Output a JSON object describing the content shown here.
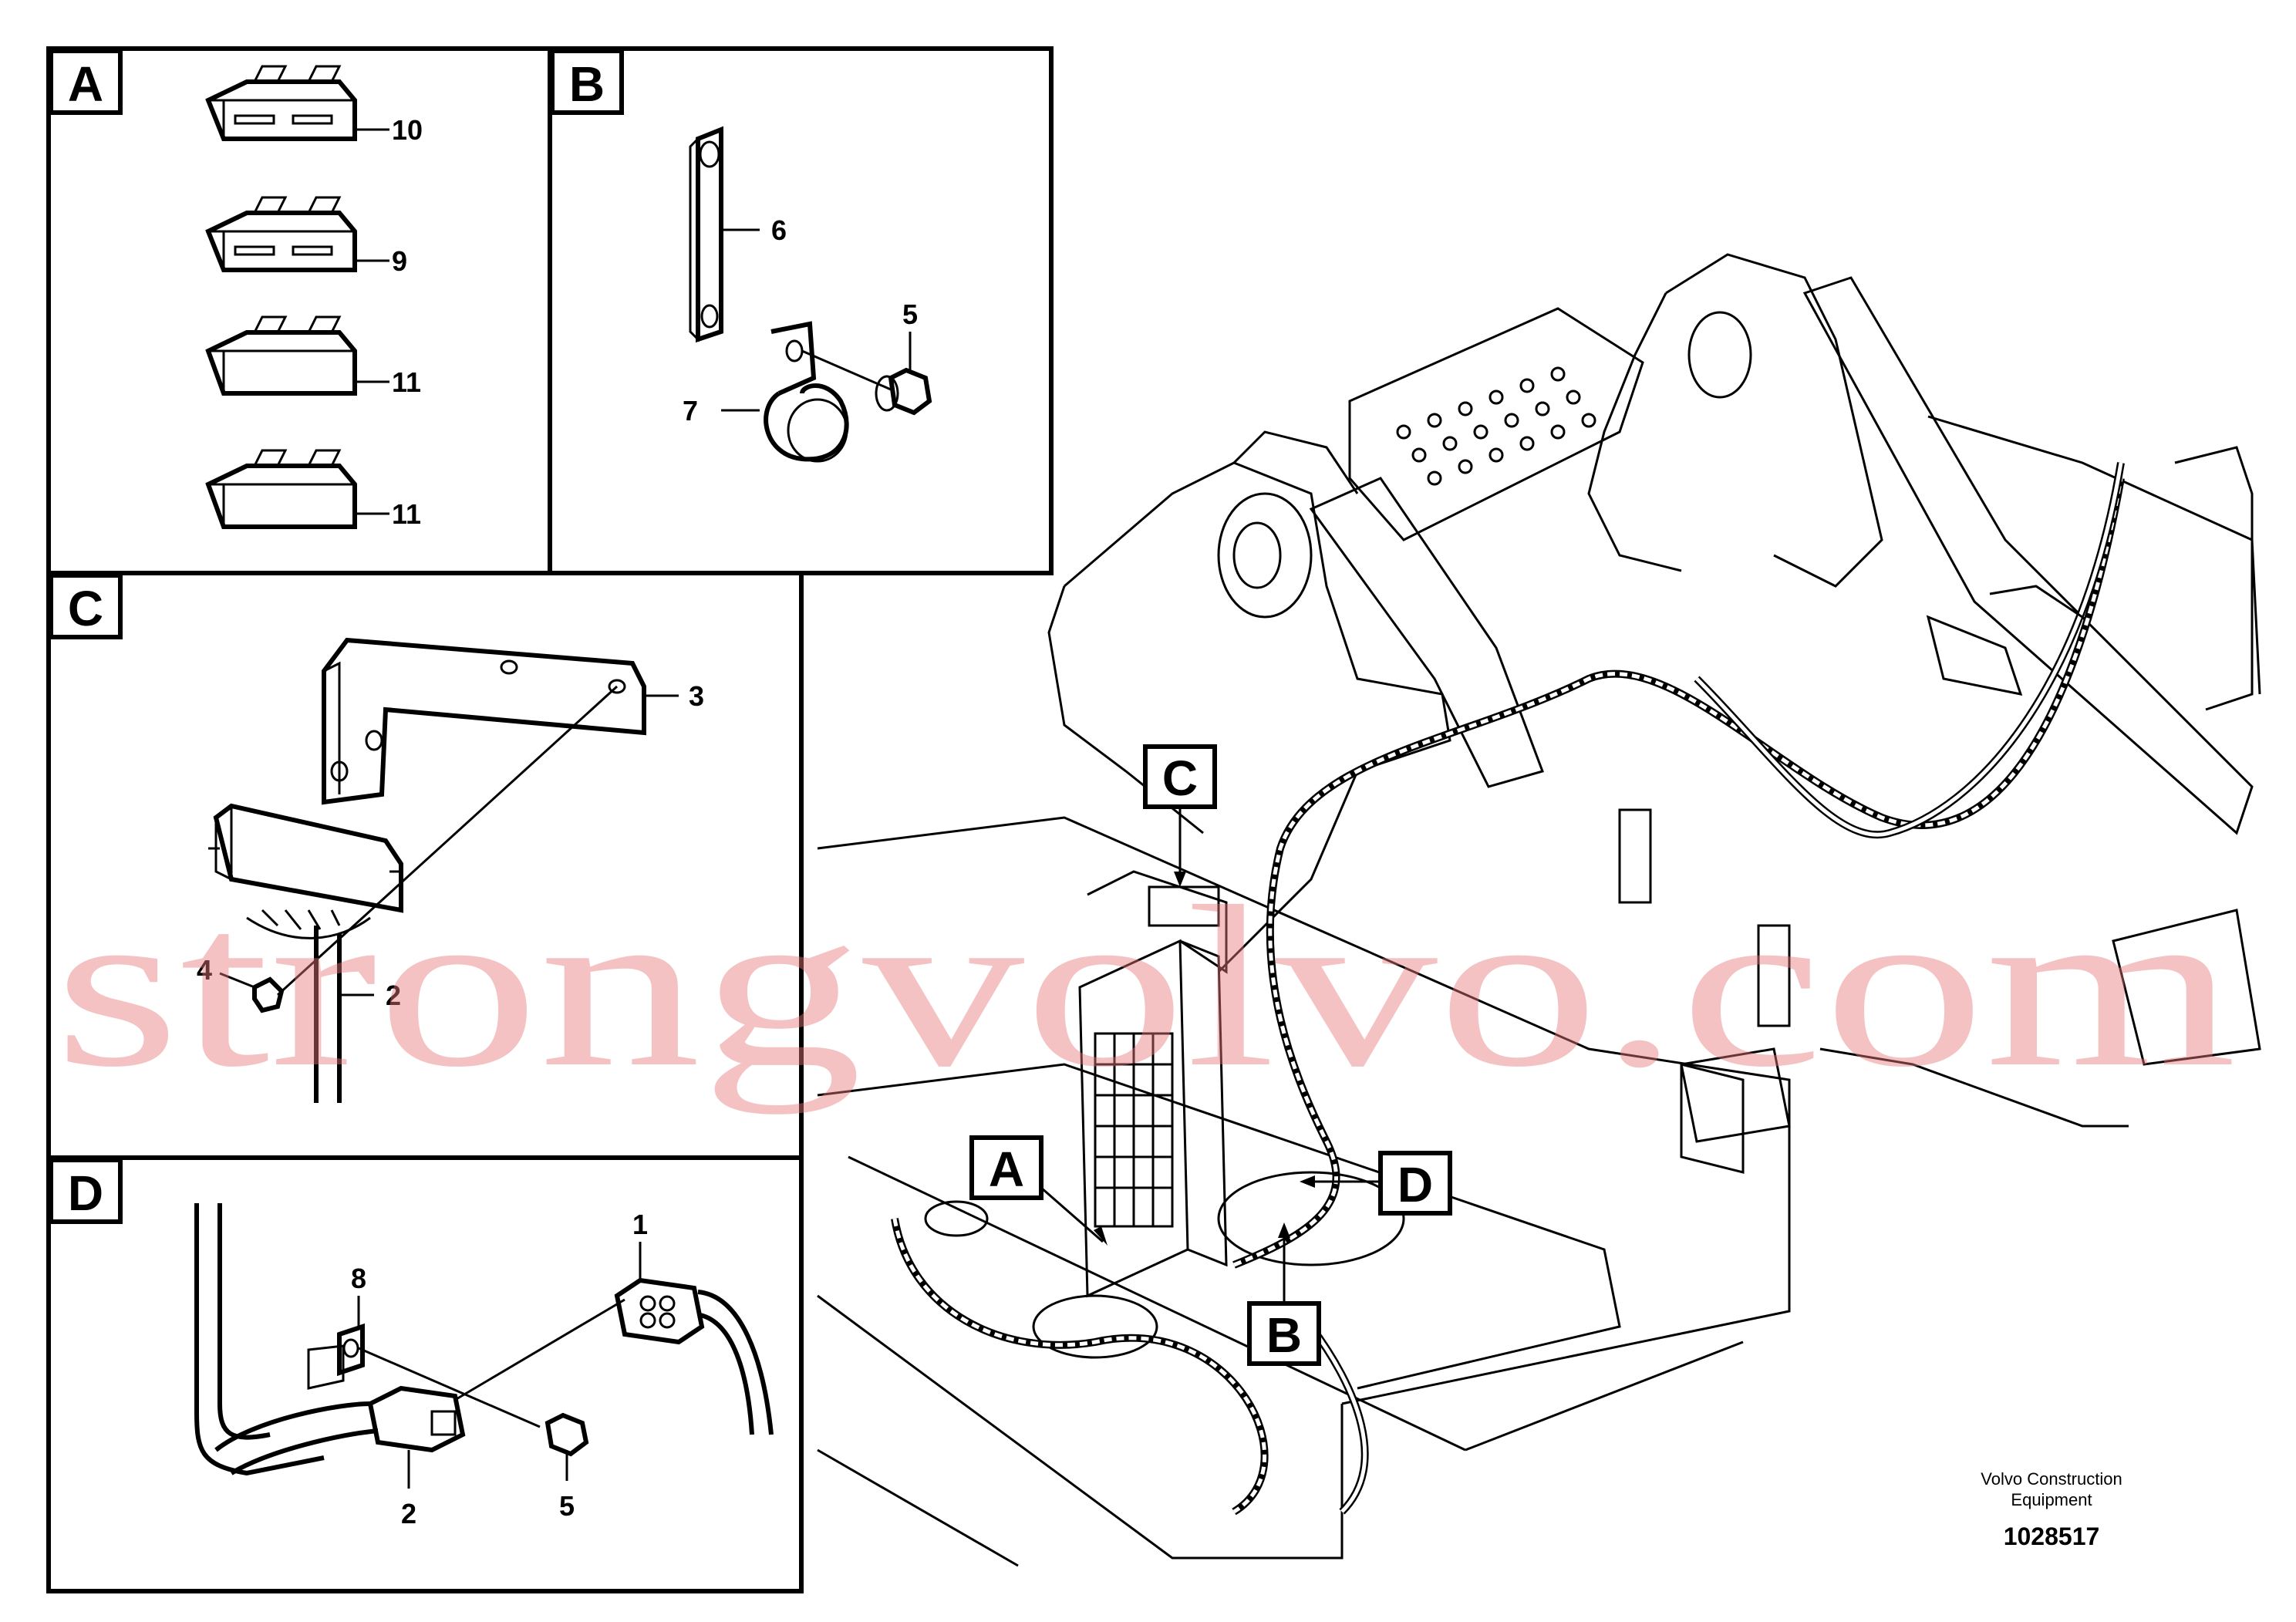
{
  "panels": {
    "a": {
      "letter": "A",
      "callouts": [
        "10",
        "9",
        "11",
        "11"
      ]
    },
    "b": {
      "letter": "B",
      "callouts": [
        "6",
        "5",
        "7"
      ]
    },
    "c": {
      "letter": "C",
      "callouts": [
        "3",
        "4",
        "2"
      ]
    },
    "d": {
      "letter": "D",
      "callouts": [
        "1",
        "8",
        "2",
        "5"
      ]
    }
  },
  "main_callouts": [
    "C",
    "A",
    "D",
    "B"
  ],
  "footer": {
    "line1": "Volvo Construction",
    "line2": "Equipment",
    "number": "1028517"
  },
  "watermark": "strongvolvo.com"
}
